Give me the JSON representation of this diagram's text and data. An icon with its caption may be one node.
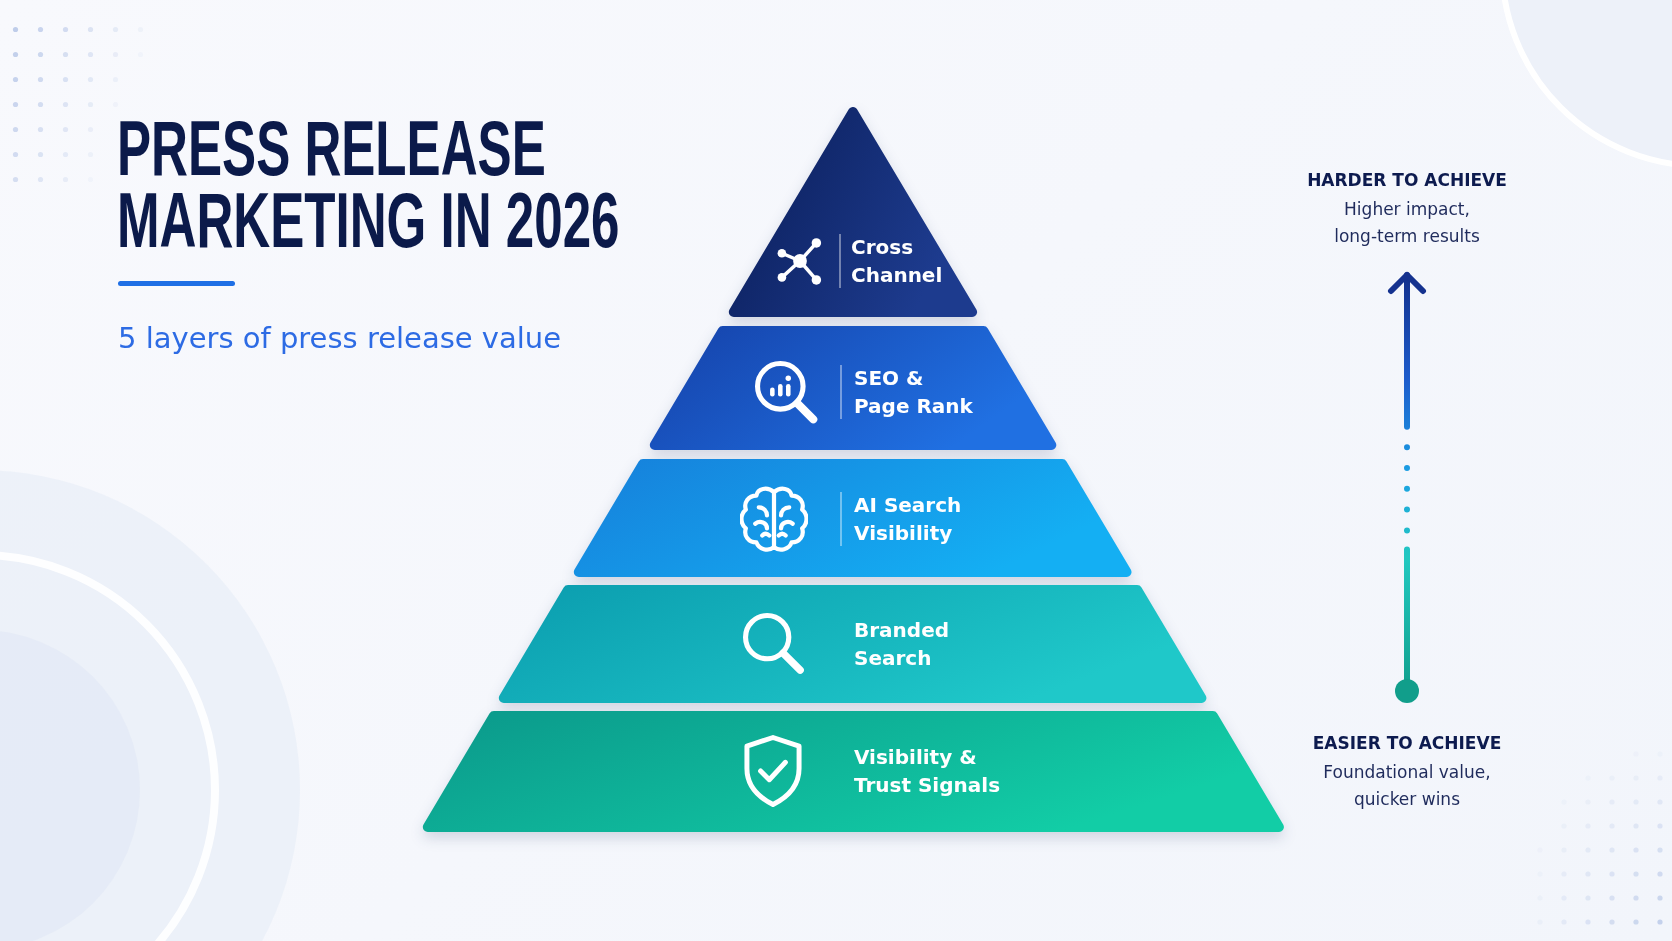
{
  "diagram": {
    "title": "PRESS RELEASE MARKETING IN 2026",
    "nodes": [
      {
        "text": [
          "Cross Channel"
        ]
      },
      {
        "text": [
          "SEO & Page Rank"
        ]
      },
      {
        "text": [
          "AI Search Visibility"
        ]
      },
      {
        "text": [
          "Branded Search"
        ]
      },
      {
        "text": [
          "Visibility & Trust Signals"
        ]
      },
      {
        "text": [
          "HARDER TO ACHIEVE",
          "Higher impact, long-term results"
        ]
      },
      {
        "text": [
          "EASIER TO ACHIEVE",
          "Foundational value, quicker wins"
        ]
      }
    ],
    "edges": [
      {
        "from": 6,
        "to": 5,
        "arrow": "to"
      }
    ],
    "labels": [
      "5 layers of press release value"
    ]
  }
}
